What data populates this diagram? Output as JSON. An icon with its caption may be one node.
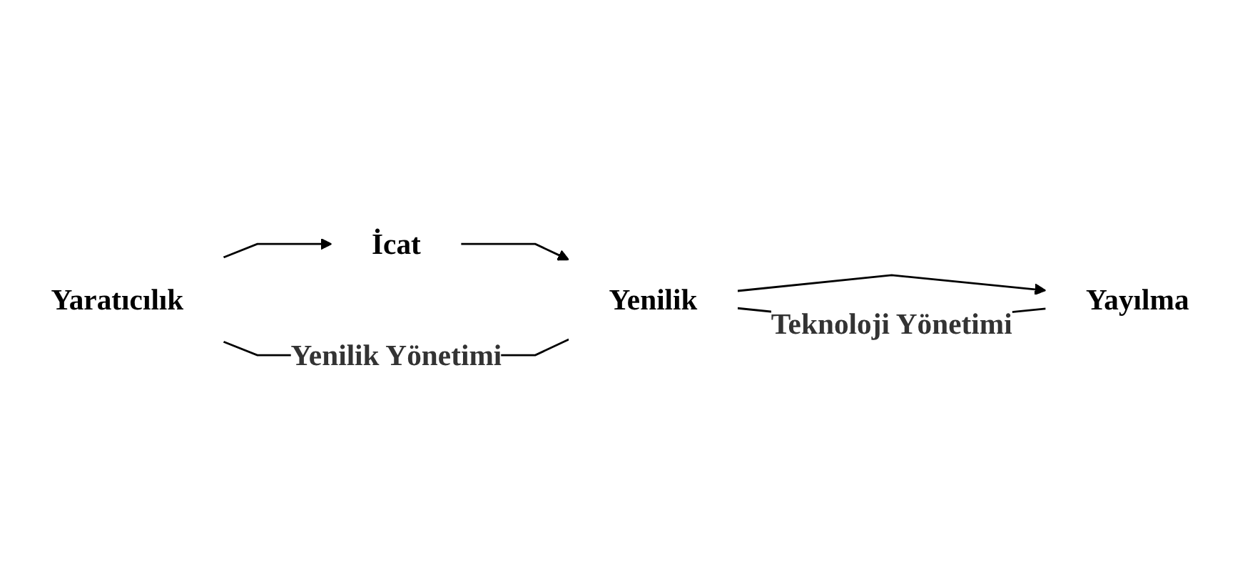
{
  "diagram": {
    "nodes": [
      {
        "text": [
          "Yaratıcılık"
        ]
      },
      {
        "text": [
          "İcat"
        ]
      },
      {
        "text": [
          "Yenilik"
        ]
      },
      {
        "text": [
          "Yayılma"
        ]
      }
    ],
    "edges": [
      {
        "from": 0,
        "to": 1,
        "arrow": "to"
      },
      {
        "from": 1,
        "to": 2,
        "arrow": "to"
      },
      {
        "from": 2,
        "to": 3,
        "arrow": "to"
      },
      {
        "from": 0,
        "to": 2,
        "arrow": "none",
        "label": "Yenilik Yönetimi"
      },
      {
        "from": 2,
        "to": 3,
        "arrow": "none",
        "label": "Teknoloji Yönetimi"
      }
    ]
  }
}
